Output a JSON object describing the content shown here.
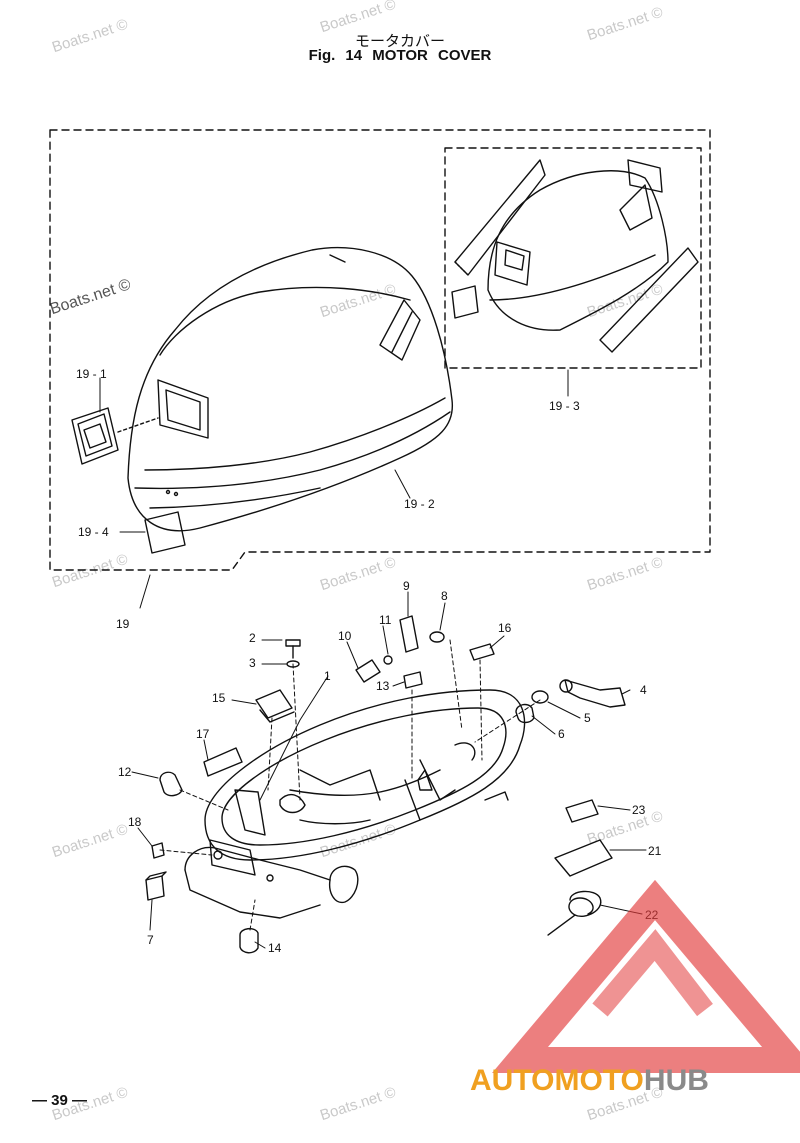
{
  "title": {
    "japanese": "モータカバー",
    "figure": "Fig. 14",
    "name": "MOTOR COVER"
  },
  "page_number": "— 39 —",
  "watermark_text": "Boats.net ©",
  "brand": {
    "part1": "AUTOMOTO",
    "part2": "HUB",
    "color_orange": "#f0a020",
    "color_grey": "#8a8a8a",
    "logo_color": "#e23a3a"
  },
  "part_labels": {
    "p19_1": "19 - 1",
    "p19_2": "19 - 2",
    "p19_3": "19 - 3",
    "p19_4": "19 - 4",
    "p19": "19",
    "p1": "1",
    "p2": "2",
    "p3": "3",
    "p4": "4",
    "p5": "5",
    "p6": "6",
    "p7": "7",
    "p8": "8",
    "p9": "9",
    "p10": "10",
    "p11": "11",
    "p12": "12",
    "p13": "13",
    "p14": "14",
    "p15": "15",
    "p16": "16",
    "p17": "17",
    "p18": "18",
    "p21": "21",
    "p22": "22",
    "p23": "23"
  }
}
